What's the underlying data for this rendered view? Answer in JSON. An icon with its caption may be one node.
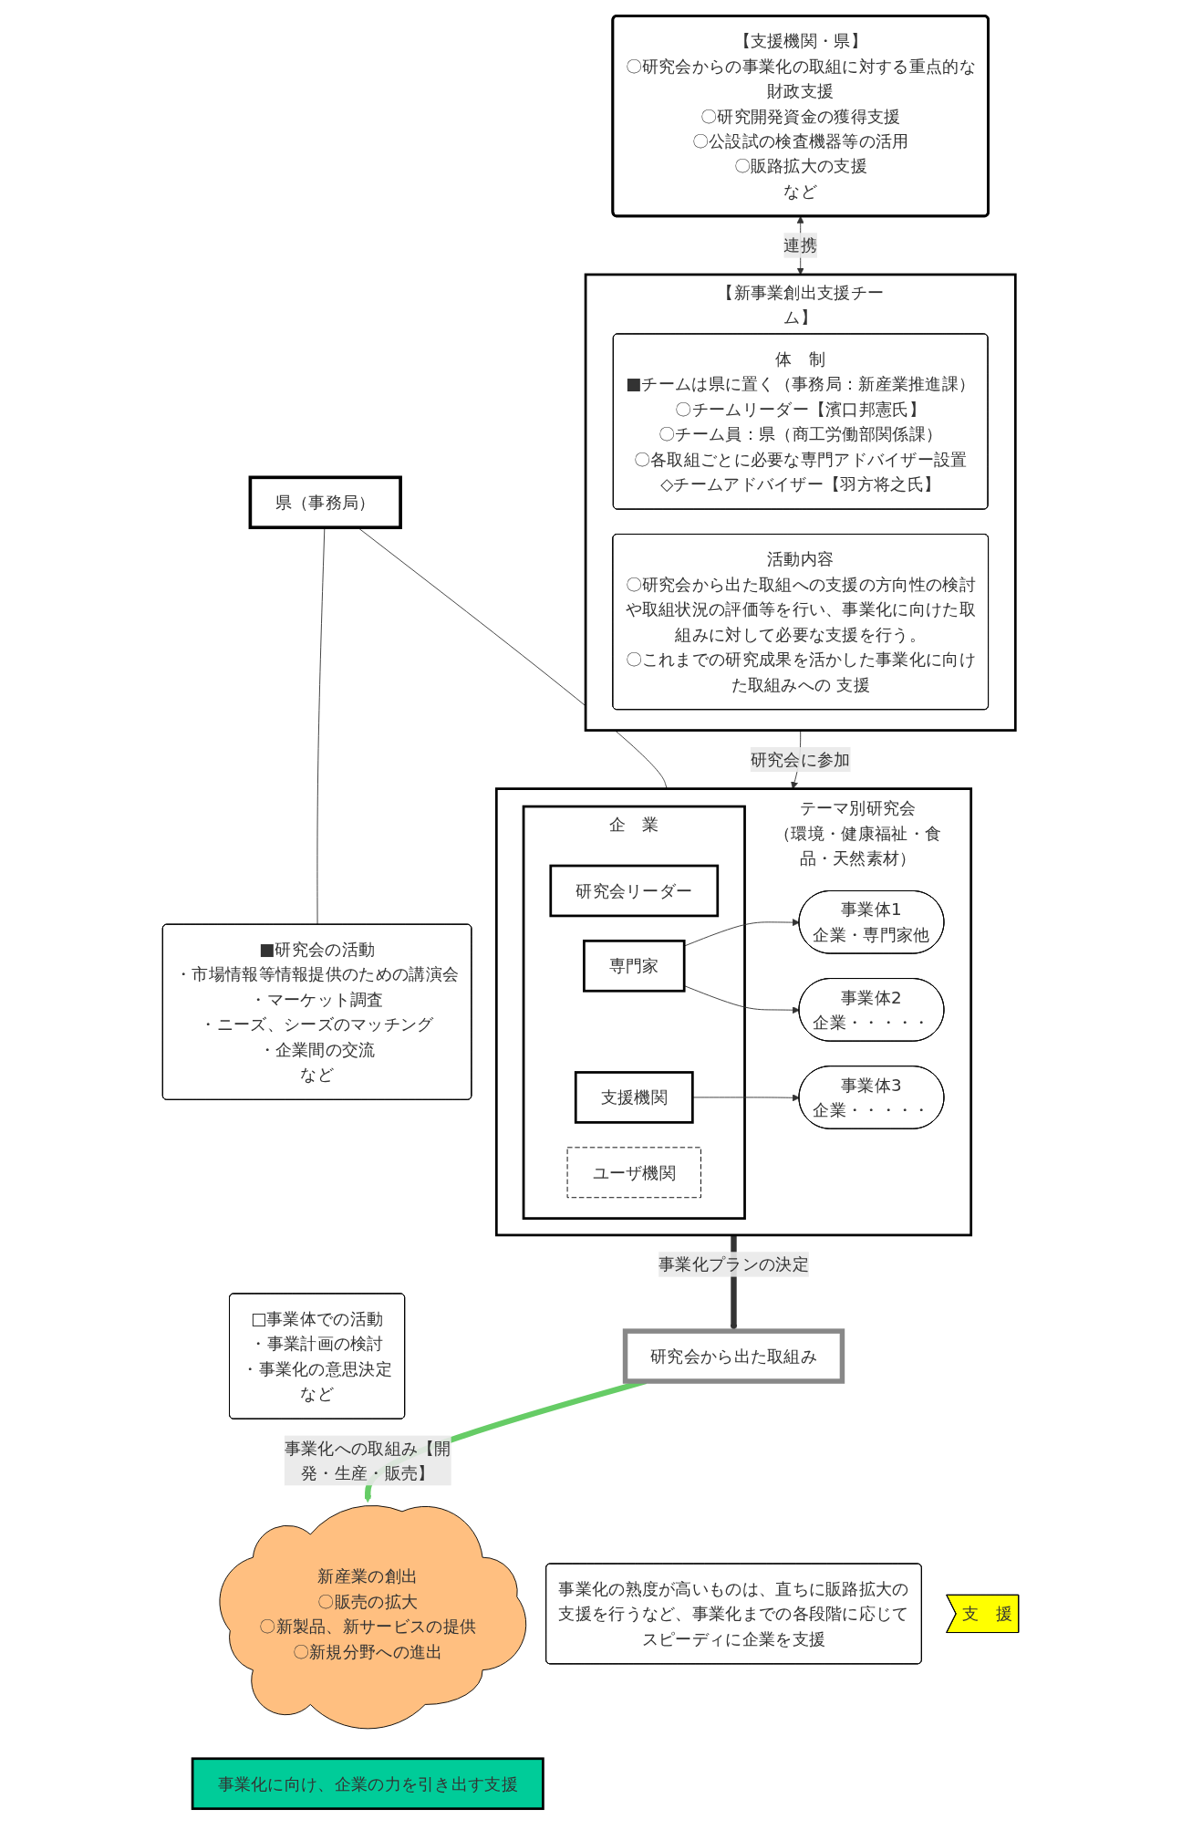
{
  "diagram": {
    "nodes": [
      {
        "text": [
          "テーマ別研究会",
          "（環境・健康福祉・食品・天然素材）"
        ]
      },
      {
        "text": [
          "県（事務局）"
        ]
      },
      {
        "text": [
          "企　業"
        ],
        "in": 0
      },
      {
        "text": [
          "研究会リーダー"
        ],
        "in": 2
      },
      {
        "text": [
          "ユーザ機関"
        ],
        "in": 2
      },
      {
        "text": [
          "専門家"
        ],
        "in": 2
      },
      {
        "text": [
          "支援機関"
        ],
        "in": 2
      },
      {
        "text": [
          "事業体1",
          "企業・専門家他"
        ],
        "in": 0
      },
      {
        "text": [
          "事業体2",
          "企業・・・・・"
        ],
        "in": 0
      },
      {
        "text": [
          "事業体3",
          "企業・・・・・"
        ],
        "in": 0
      },
      {
        "text": [
          "■研究会の活動",
          "・市場情報等情報提供のための講演会",
          "・マーケット調査",
          "・ニーズ、シーズのマッチング",
          "・企業間の交流",
          "など"
        ]
      },
      {
        "text": [
          "□事業体での活動",
          "・事業計画の検討",
          "・事業化の意思決定",
          "など"
        ]
      },
      {
        "text": [
          "研究会から出た取組み"
        ]
      },
      {
        "text": [
          "新産業の創出",
          "〇販売の拡大",
          "〇新製品、新サービスの提供",
          "〇新規分野への進出"
        ]
      },
      {
        "text": [
          "事業化の熟度が高いものは、直ちに販路拡大の支援を行うなど、事業化までの各段階に応じてスピーディに企業を支援"
        ]
      },
      {
        "text": [
          "支　援"
        ]
      },
      {
        "text": [
          "事業化に向け、企業の力を引き出す支援"
        ]
      },
      {
        "text": [
          "【支援機関・県】",
          "〇研究会からの事業化の取組に対する重点的な財政支援",
          "〇研究開発資金の獲得支援",
          "〇公設試の検査機器等の活用",
          "〇販路拡大の支援",
          "など"
        ]
      },
      {
        "text": [
          "【新事業創出支援チーム】"
        ]
      },
      {
        "text": [
          "体　制",
          "■チームは県に置く（事務局：新産業推進課）",
          "〇チームリーダー【濱口邦憲氏】",
          "〇チーム員：県（商工労働部関係課）",
          "〇各取組ごとに必要な専門アドバイザー設置",
          "◇チームアドバイザー【羽方将之氏】"
        ],
        "in": 18
      },
      {
        "text": [
          "活動内容",
          "〇研究会から出た取組への支援の方向性の検討や取組状況の評価等を行い、事業化に向けた取組みに対して必要な支援を行う。",
          "〇これまでの研究成果を活かした事業化に向けた取組みへの 支援"
        ],
        "in": 18
      }
    ],
    "edges": [
      {
        "from": 5,
        "to": 7,
        "arrow": "to"
      },
      {
        "from": 5,
        "to": 8,
        "arrow": "to"
      },
      {
        "from": 6,
        "to": 9,
        "arrow": "to"
      },
      {
        "from": 0,
        "to": 12,
        "arrow": "to",
        "label": "事業化プランの決定",
        "style": "thick"
      },
      {
        "from": 12,
        "to": 13,
        "arrow": "to",
        "label": "事業化への取組み【開発・生産・販売】",
        "style": "thick",
        "color": "#66cc66"
      },
      {
        "from": 17,
        "to": 18,
        "arrow": "both",
        "label": "連携"
      },
      {
        "from": 18,
        "to": 0,
        "arrow": "to",
        "label": "研究会に参加"
      },
      {
        "from": 1,
        "to": 0,
        "arrow": "none"
      },
      {
        "from": 1,
        "to": 10,
        "arrow": "none"
      }
    ]
  }
}
